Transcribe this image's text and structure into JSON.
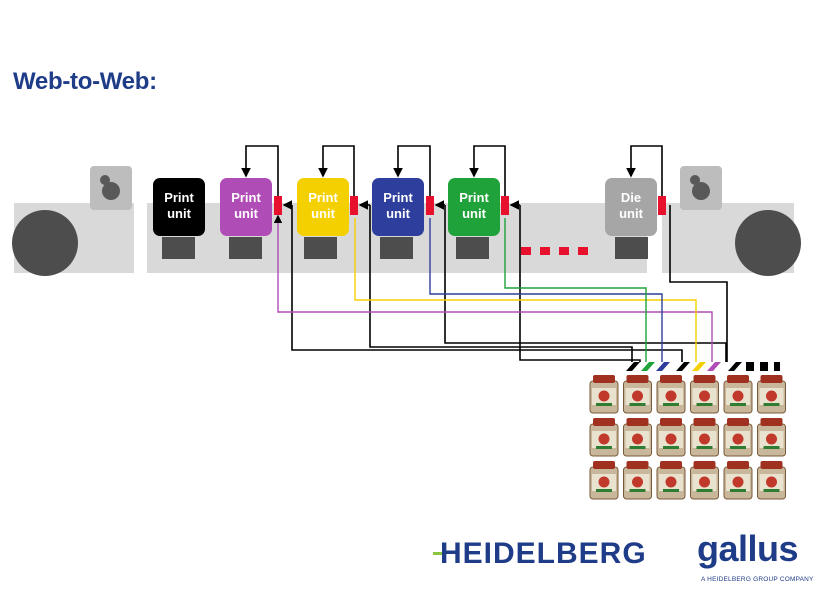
{
  "title": "Web-to-Web:",
  "print_unit_label": "Print unit",
  "die_unit_label": "Die unit",
  "units": [
    {
      "label_line1": "Print",
      "label_line2": "unit",
      "color": "#000000",
      "text_color": "#ffffff"
    },
    {
      "label_line1": "Print",
      "label_line2": "unit",
      "color": "#b04cb6",
      "text_color": "#ffffff"
    },
    {
      "label_line1": "Print",
      "label_line2": "unit",
      "color": "#f5d000",
      "text_color": "#ffffff"
    },
    {
      "label_line1": "Print",
      "label_line2": "unit",
      "color": "#2d3e9c",
      "text_color": "#ffffff"
    },
    {
      "label_line1": "Print",
      "label_line2": "unit",
      "color": "#1fa23a",
      "text_color": "#ffffff"
    },
    {
      "label_line1": "Die",
      "label_line2": "unit",
      "color": "#a6a6a6",
      "text_color": "#ffffff"
    }
  ],
  "colors": {
    "machine_gray": "#d9d9d9",
    "roll_gray": "#4d4d4d",
    "sensor_red": "#e8112d",
    "magenta": "#b04cb6",
    "yellow": "#f5d000",
    "blue": "#2d3e9c",
    "green": "#1fa23a",
    "black": "#000000",
    "brand_blue": "#1f3c88",
    "brand_green": "#8cc63f"
  },
  "logos": {
    "heidelberg": "HEIDELBERG",
    "gallus": "gallus",
    "gallus_tagline": "A HEIDELBERG GROUP COMPANY"
  }
}
